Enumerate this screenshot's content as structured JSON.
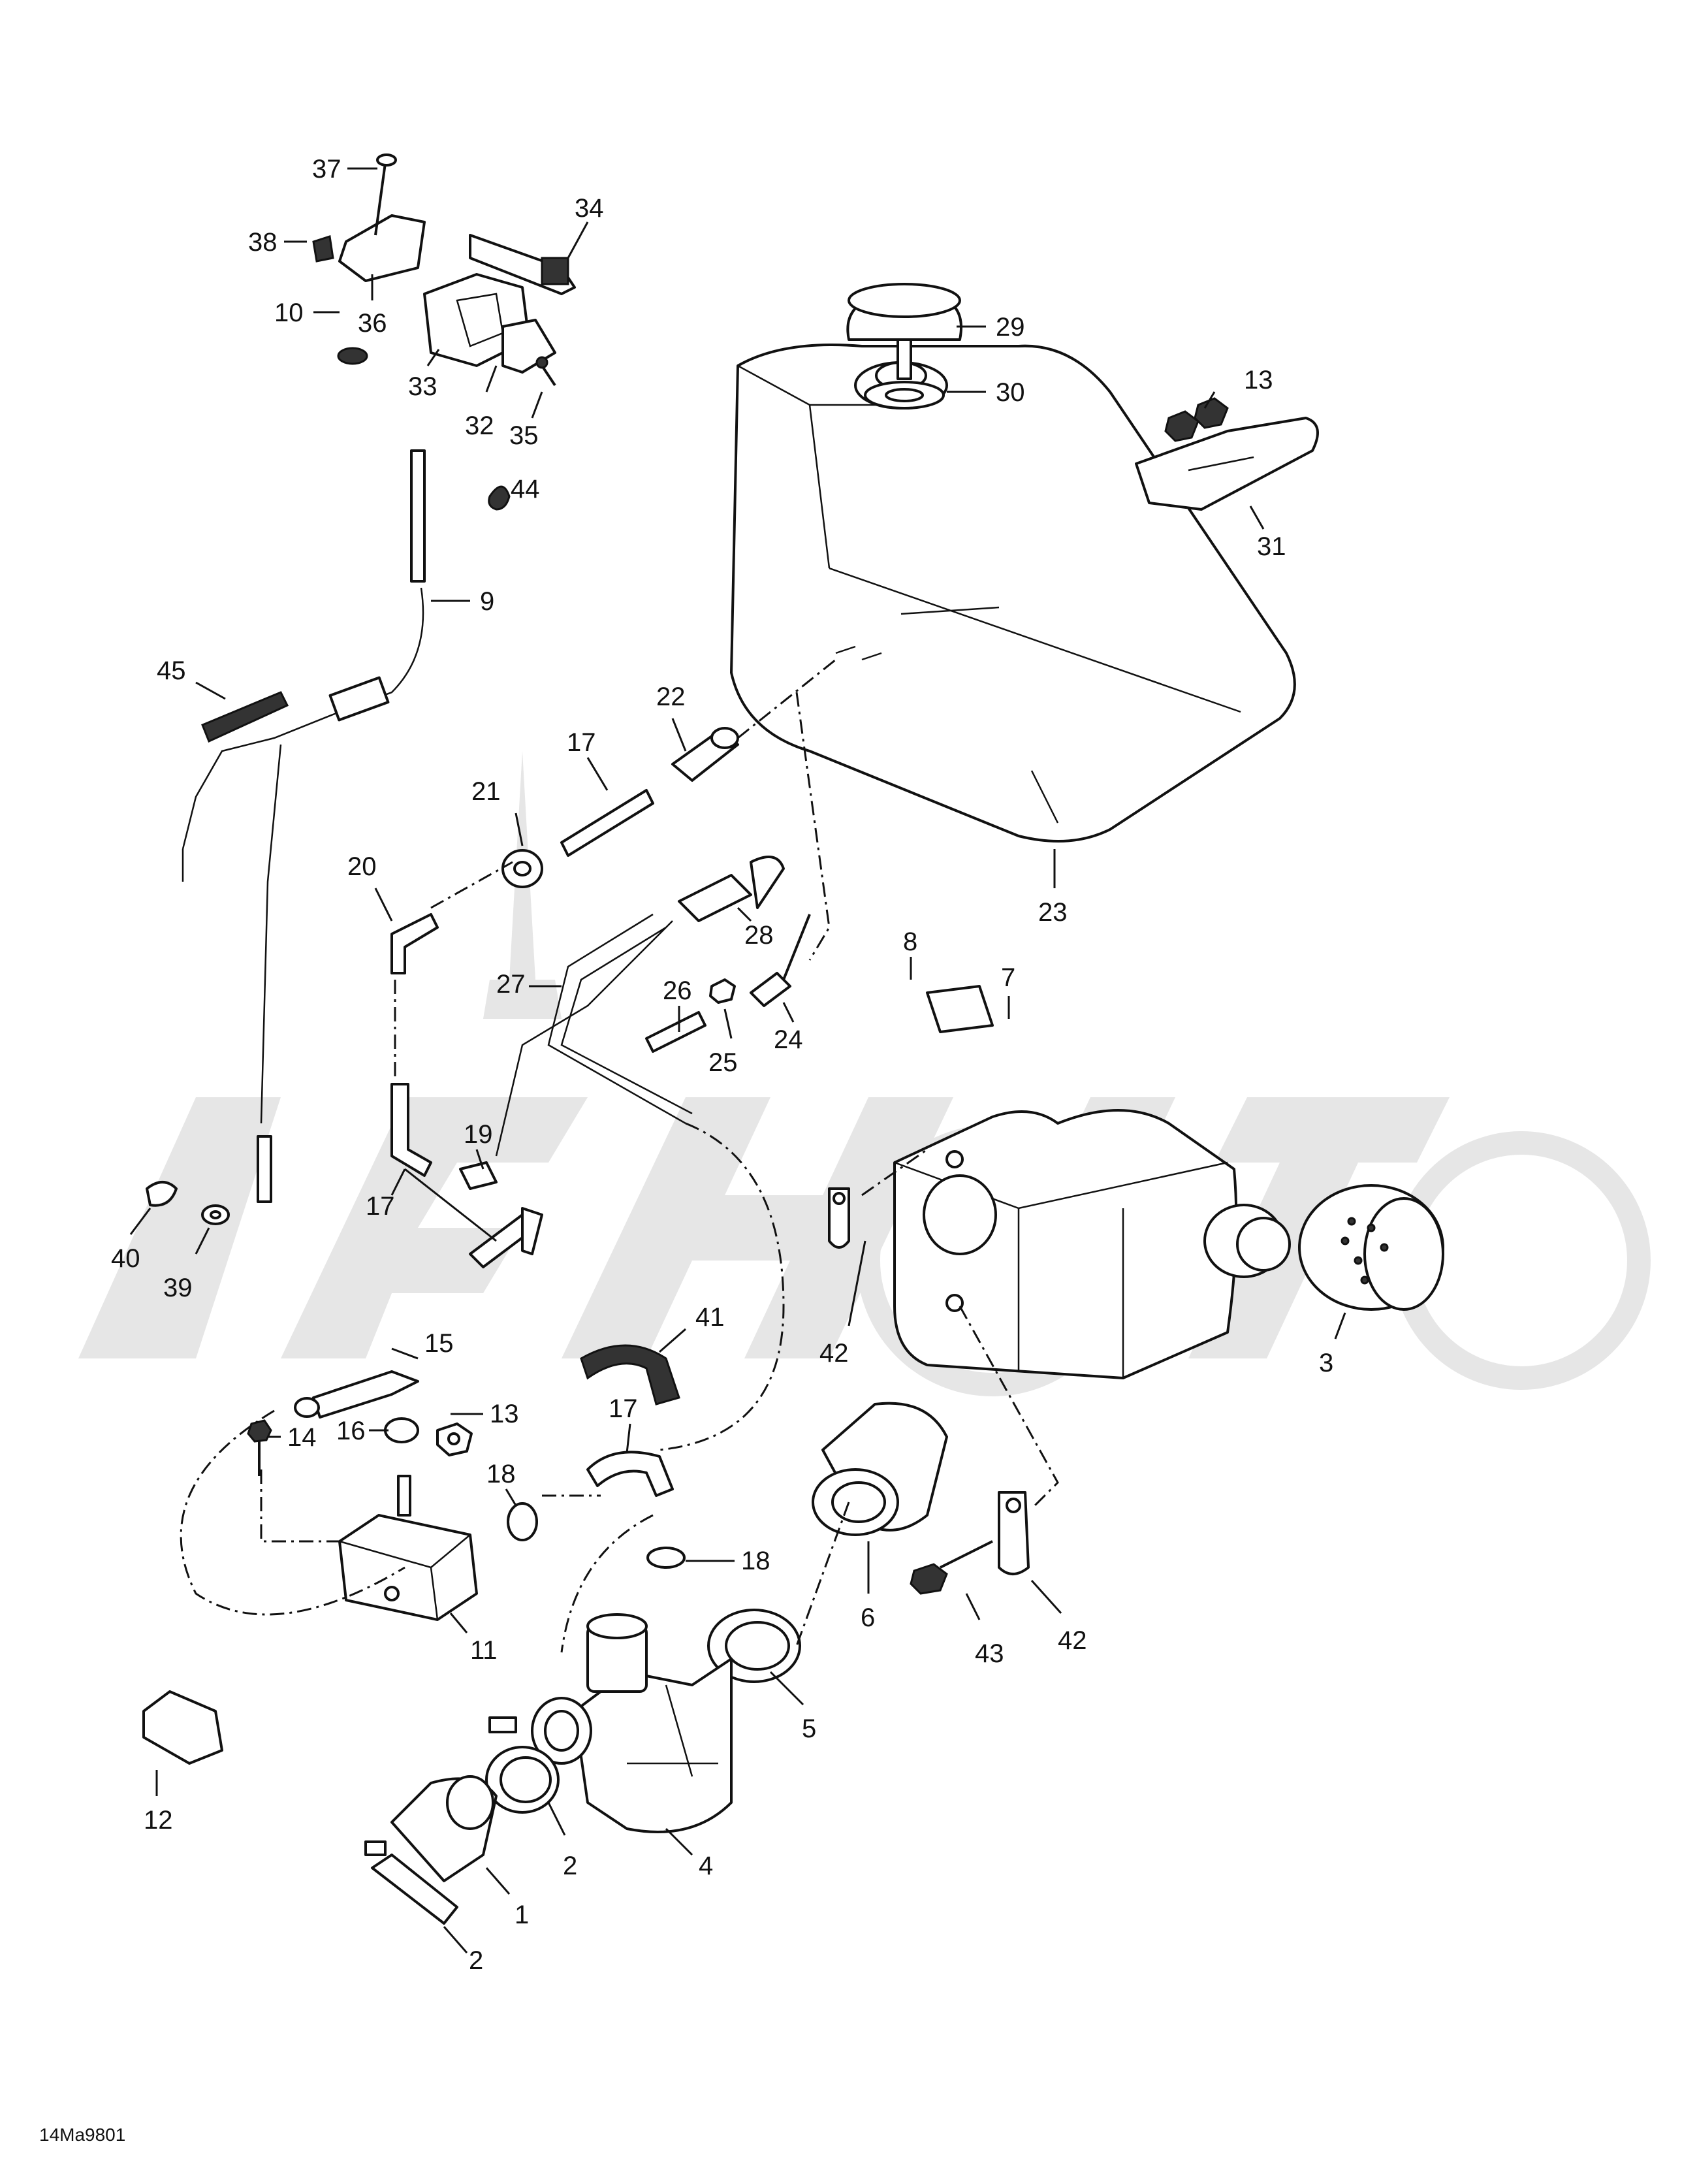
{
  "diagram_code": "14Ma9801",
  "colors": {
    "ink": "#111111",
    "watermark": "#e6e6e6",
    "paper": "#ffffff"
  },
  "callouts": {
    "n1": "1",
    "n2a": "2",
    "n2b": "2",
    "n3": "3",
    "n4": "4",
    "n5": "5",
    "n6": "6",
    "n7": "7",
    "n8": "8",
    "n9": "9",
    "n10": "10",
    "n11": "11",
    "n12": "12",
    "n13a": "13",
    "n13b": "13",
    "n14": "14",
    "n15": "15",
    "n16": "16",
    "n17a": "17",
    "n17b": "17",
    "n17c": "17",
    "n18a": "18",
    "n18b": "18",
    "n19": "19",
    "n20": "20",
    "n21": "21",
    "n22": "22",
    "n23": "23",
    "n24": "24",
    "n25": "25",
    "n26": "26",
    "n27": "27",
    "n28": "28",
    "n29": "29",
    "n30": "30",
    "n31": "31",
    "n32": "32",
    "n33": "33",
    "n34": "34",
    "n35": "35",
    "n36": "36",
    "n37": "37",
    "n38": "38",
    "n39": "39",
    "n40": "40",
    "n41": "41",
    "n42a": "42",
    "n42b": "42",
    "n43": "43",
    "n44": "44",
    "n45": "45"
  }
}
